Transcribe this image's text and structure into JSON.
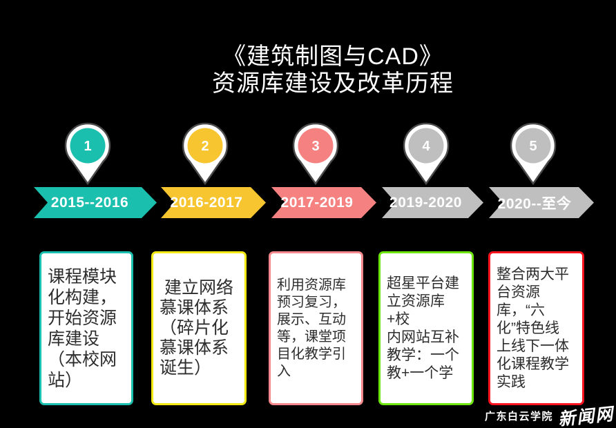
{
  "slide": {
    "title_line1": "《建筑制图与CAD》",
    "title_line2": "资源库建设及改革历程",
    "background_color": "#000000",
    "box_background_color": "#FFFFFF",
    "box_text_color": "#2D2D2D"
  },
  "timeline": {
    "marker_icon": "map-pin",
    "milestones": [
      {
        "number": "1",
        "period": "2015--2016",
        "color": "#1BBFAD",
        "box_border_color": "#1BBFAD",
        "description": "课程模块\n化构建，\n开始资源\n库建设\n（本校网\n站）"
      },
      {
        "number": "2",
        "period": "2016-2017",
        "color": "#F6C52F",
        "box_border_color": "#F2EA16",
        "description": " 建立网络\n慕课体系\n（碎片化\n慕课体系\n诞生）"
      },
      {
        "number": "3",
        "period": "2017-2019",
        "color": "#F58181",
        "box_border_color": "#F5888C",
        "description": "利用资源库\n预习复习，\n展示、互动\n等，课堂项\n目化教学引\n入"
      },
      {
        "number": "4",
        "period": "2019-2020",
        "color": "#BFBFBF",
        "box_border_color": "#6CE60E",
        "description": "超星平台建\n立资源库+校\n内网站互补\n教学：一个\n教+一个学"
      },
      {
        "number": "5",
        "period": "2020--至今",
        "color": "#BFBFBF",
        "box_border_color": "#F9131F",
        "description": "整合两大平\n台资源\n库，“六\n化”特色线\n上线下一体\n化课程教学\n实践"
      }
    ]
  },
  "watermark": {
    "school": "广东白云学院",
    "site": "新闻网"
  }
}
